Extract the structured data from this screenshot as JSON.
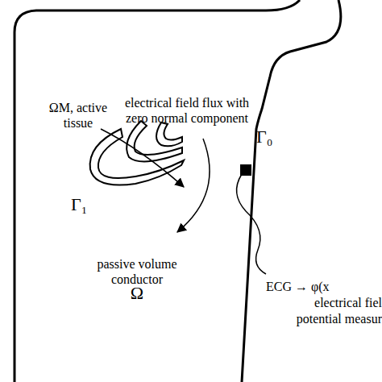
{
  "diagram": {
    "labels": [
      "electrical field flux with zero normal component",
      "ΩM, active tissue",
      "Γ₀",
      "Γ₁",
      "passive volume conductor",
      "Ω",
      "ECG → φ(x",
      "electrical fiel",
      "potential measur"
    ]
  }
}
